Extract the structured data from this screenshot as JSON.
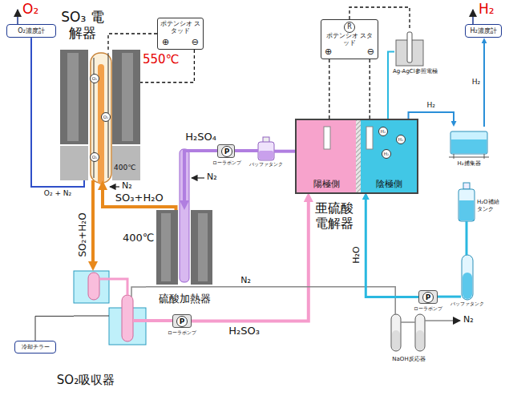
{
  "diagram": {
    "nodes": [
      {
        "text": [
          "O₂濃度計"
        ]
      },
      {
        "text": [
          "SO₃ 電解器"
        ]
      },
      {
        "text": [
          "ポテンシオ スタッド",
          "⊕",
          "⊖"
        ]
      },
      {
        "text": [
          "硫酸加熱器"
        ]
      },
      {
        "text": [
          "P",
          "ローラポンプ"
        ]
      },
      {
        "text": [
          "バッファタンク"
        ]
      },
      {
        "text": [
          "R",
          "ポテンシオ スタッド",
          "⊕",
          "⊖"
        ]
      },
      {
        "text": [
          "亜硫酸 電解器"
        ]
      },
      {
        "text": [
          "陽極側"
        ],
        "in": 7
      },
      {
        "text": [
          "陰極側"
        ],
        "in": 7
      },
      {
        "text": [
          "Ag-AgCl参照電極"
        ]
      },
      {
        "text": [
          "H₂濃度計"
        ]
      },
      {
        "text": [
          "H₂捕集器"
        ]
      },
      {
        "text": [
          "H₂O補給 タンク"
        ]
      },
      {
        "text": [
          "バッファタンク"
        ]
      },
      {
        "text": [
          "P",
          "ローラポンプ"
        ]
      },
      {
        "text": [
          "SO₂吸収器"
        ]
      },
      {
        "text": [
          "冷却チラー"
        ]
      },
      {
        "text": [
          "P",
          "ローラポンプ"
        ]
      },
      {
        "text": [
          "NaOH反応器"
        ]
      }
    ],
    "edges": [
      {
        "from": 1,
        "to": 0,
        "arrow": "none",
        "label": "O₂ + N₂"
      },
      {
        "from": 2,
        "to": 1,
        "arrow": "none"
      },
      {
        "from": 2,
        "to": 1,
        "arrow": "none"
      },
      {
        "from": 3,
        "to": 1,
        "arrow": "to",
        "label": "SO₃+H₂O"
      },
      {
        "from": 8,
        "to": 5,
        "arrow": "none"
      },
      {
        "from": 5,
        "to": 4,
        "arrow": "none"
      },
      {
        "from": 4,
        "to": 3,
        "arrow": "to",
        "label": "H₂SO₄"
      },
      {
        "from": 1,
        "to": 16,
        "arrow": "to",
        "label": "SO₂+H₂O"
      },
      {
        "from": 16,
        "to": 18,
        "arrow": "none"
      },
      {
        "from": 18,
        "to": 8,
        "arrow": "to",
        "label": "H₂SO₃"
      },
      {
        "from": 16,
        "to": 19,
        "arrow": "none",
        "label": "N₂"
      },
      {
        "from": 17,
        "to": 16,
        "arrow": "none"
      },
      {
        "from": 6,
        "to": 8,
        "arrow": "none"
      },
      {
        "from": 6,
        "to": 9,
        "arrow": "none"
      },
      {
        "from": 6,
        "to": 10,
        "arrow": "none"
      },
      {
        "from": 10,
        "to": 9,
        "arrow": "none"
      },
      {
        "from": 9,
        "to": 12,
        "arrow": "to",
        "label": "H₂"
      },
      {
        "from": 12,
        "to": 11,
        "arrow": "to",
        "label": "H₂"
      },
      {
        "from": 13,
        "to": 14,
        "arrow": "none"
      },
      {
        "from": 14,
        "to": 15,
        "arrow": "none"
      },
      {
        "from": 15,
        "to": 9,
        "arrow": "to",
        "label": "H₂O"
      }
    ],
    "labels": [
      "O₂",
      "H₂",
      "550℃",
      "400℃",
      "O₂",
      "O₂",
      "O₂",
      "N₂",
      "N₂",
      "400℃",
      "H₂",
      "H₂",
      "H₂",
      "N₂"
    ]
  }
}
